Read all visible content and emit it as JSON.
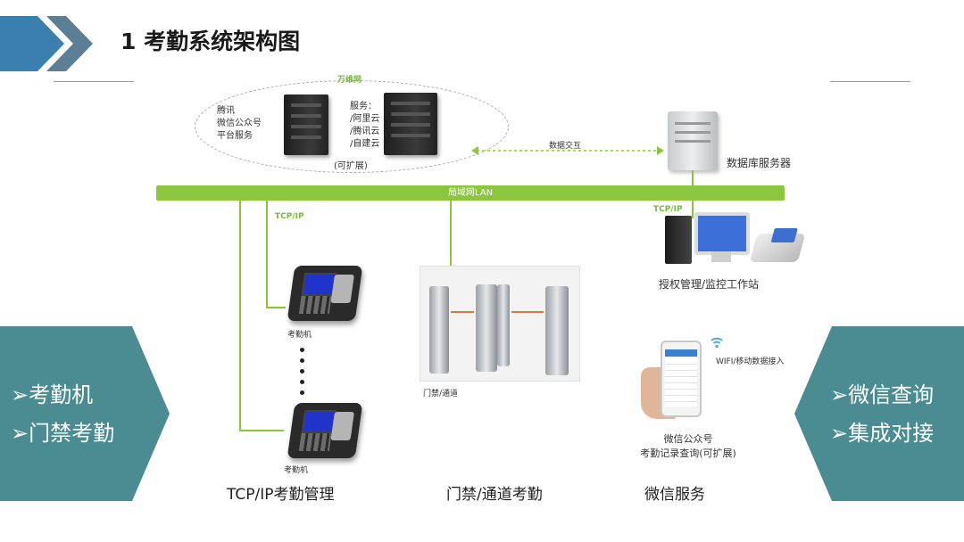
{
  "header": {
    "title": "1 考勤系统架构图"
  },
  "cloud": {
    "label": "万维网",
    "left_lines": [
      "腾讯",
      "微信公众号",
      "平台服务"
    ],
    "right_lines": [
      "服务：",
      "/阿里云",
      "/腾讯云",
      "/自建云"
    ],
    "expand_note": "(可扩展)"
  },
  "data_exchange_label": "数据交互",
  "db_server_label": "数据库服务器",
  "lan_label": "局域网LAN",
  "tcpip_left_label": "TCP/IP",
  "tcpip_right_label": "TCP/IP",
  "attendance_machine_label": "考勤机",
  "attendance_machine_label_2": "考勤机",
  "gate_label": "门禁/通道",
  "workstation_label": "授权管理/监控工作站",
  "wifi_label": "WIFI/移动数据接入",
  "wechat_lines": [
    "微信公众号",
    "考勤记录查询(可扩展)"
  ],
  "captions": {
    "tcpip": "TCP/IP考勤管理",
    "gate": "门禁/通道考勤",
    "wechat": "微信服务"
  },
  "left_panel": [
    "➢考勤机",
    "➢门禁考勤"
  ],
  "right_panel": [
    "➢微信查询",
    "➢集成对接"
  ],
  "colors": {
    "accent_teal": "#4a8c92",
    "lan_green": "#8cc63f",
    "header_chevron": "#3a7fb0"
  }
}
